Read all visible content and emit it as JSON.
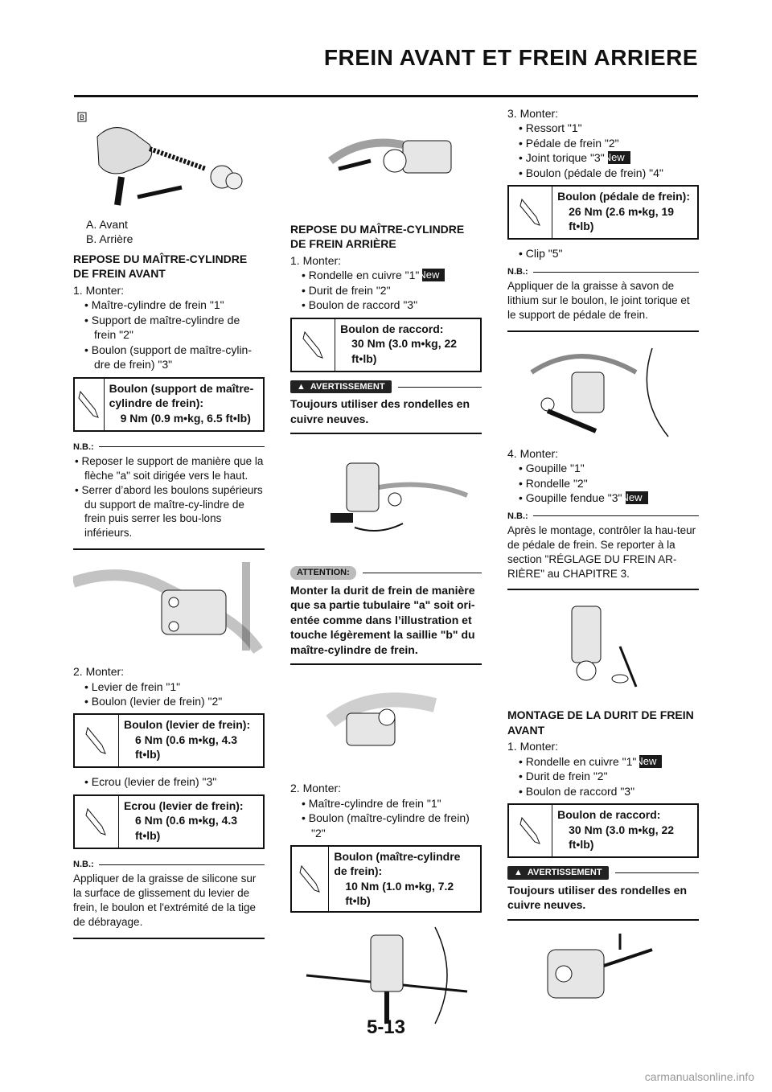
{
  "header": {
    "title": "FREIN AVANT ET FREIN ARRIERE"
  },
  "page_number": "5-13",
  "watermark": "carmanualsonline.info",
  "new_label": "New",
  "col1": {
    "fig_letter": "B",
    "captions": [
      "A.  Avant",
      "B.  Arrière"
    ],
    "section1_title": "REPOSE DU MAÎTRE-CYLINDRE DE FREIN AVANT",
    "step1": "1.  Monter:",
    "step1_items": [
      "Maître-cylindre de frein \"1\"",
      "Support de maître-cylindre de frein \"2\"",
      "Boulon (support de maître-cylin-dre de frein) \"3\""
    ],
    "spec1_l1": "Boulon (support de maître-cylindre de frein):",
    "spec1_l2": "9 Nm (0.9 m•kg, 6.5 ft•lb)",
    "nb_label": "N.B.:",
    "nb1_items": [
      "Reposer le support de manière que la flèche \"a\" soit dirigée vers le haut.",
      "Serrer d’abord les boulons supérieurs du support de maître-cy-lindre de frein puis serrer les bou-lons inférieurs."
    ],
    "step2": "2.  Monter:",
    "step2_items": [
      "Levier de frein \"1\"",
      "Boulon (levier de frein) \"2\""
    ],
    "spec2_l1": "Boulon (levier de frein):",
    "spec2_l2": "6 Nm (0.6 m•kg, 4.3 ft•lb)",
    "step2_item3": "Ecrou (levier de frein) \"3\"",
    "spec3_l1": "Ecrou (levier de frein):",
    "spec3_l2": "6 Nm (0.6 m•kg, 4.3 ft•lb)",
    "nb2_text": "Appliquer de la graisse de silicone sur la surface de glissement du levier de frein, le boulon et l'extrémité de la tige de débrayage."
  },
  "col2": {
    "section_title": "REPOSE DU MAÎTRE-CYLINDRE DE FREIN ARRIÈRE",
    "step1": "1.  Monter:",
    "step1_items": [
      "Rondelle en cuivre \"1\"",
      "Durit de frein \"2\"",
      "Boulon de raccord \"3\""
    ],
    "spec1_l1": "Boulon de raccord:",
    "spec1_l2": "30 Nm (3.0 m•kg, 22 ft•lb)",
    "warn_label": "AVERTISSEMENT",
    "warn_text": "Toujours utiliser des rondelles en cuivre neuves.",
    "att_label": "ATTENTION:",
    "att_text": "Monter la durit de frein de manière que sa partie tubulaire \"a\" soit ori-entée comme dans l’illustration et touche légèrement la saillie \"b\" du maître-cylindre de frein.",
    "step2": "2.  Monter:",
    "step2_items": [
      "Maître-cylindre de frein \"1\"",
      "Boulon (maître-cylindre de frein) \"2\""
    ],
    "spec2_l1": "Boulon (maître-cylindre de frein):",
    "spec2_l2": "10 Nm (1.0 m•kg, 7.2 ft•lb)"
  },
  "col3": {
    "step3": "3.  Monter:",
    "step3_items": [
      "Ressort \"1\"",
      "Pédale de frein \"2\"",
      "Joint torique \"3\"",
      "Boulon (pédale de frein) \"4\""
    ],
    "spec1_l1": "Boulon (pédale de frein):",
    "spec1_l2": "26 Nm (2.6 m•kg, 19 ft•lb)",
    "clip": "Clip \"5\"",
    "nb_label": "N.B.:",
    "nb1_text": "Appliquer de la graisse à savon de lithium sur le boulon, le joint torique et le support de pédale de frein.",
    "step4": "4.  Monter:",
    "step4_items": [
      "Goupille \"1\"",
      "Rondelle \"2\"",
      "Goupille fendue \"3\""
    ],
    "nb2_text": "Après le montage, contrôler la hau-teur de pédale de frein. Se reporter à la section \"RÉGLAGE DU FREIN AR-RIÈRE\" au CHAPITRE 3.",
    "section_title": "MONTAGE DE LA DURIT DE FREIN AVANT",
    "step1": "1.  Monter:",
    "step1_items": [
      "Rondelle en cuivre \"1\"",
      "Durit de frein \"2\"",
      "Boulon de raccord \"3\""
    ],
    "spec2_l1": "Boulon de raccord:",
    "spec2_l2": "30 Nm (3.0 m•kg, 22 ft•lb)",
    "warn_label": "AVERTISSEMENT",
    "warn_text": "Toujours utiliser des rondelles en cuivre neuves."
  }
}
